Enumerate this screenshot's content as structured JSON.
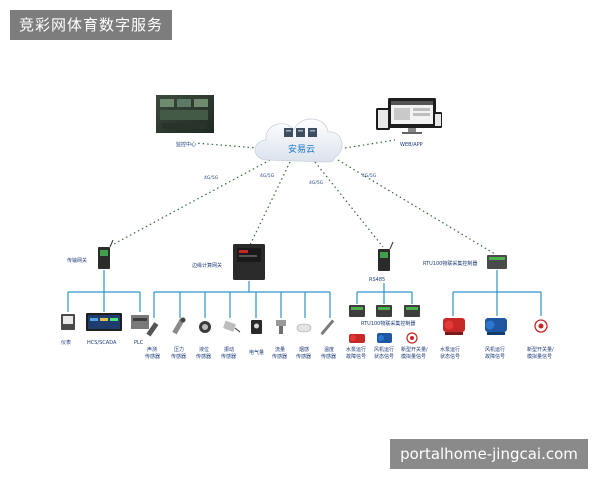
{
  "watermarks": {
    "top": "竞彩网体育数字服务",
    "bottom": "portalhome-jingcai.com"
  },
  "colors": {
    "bus_line": "#2f93c9",
    "link_line": "#2f6a3a",
    "label_text": "#1c3a78",
    "red_text": "#c4141a",
    "cloud_text": "#1b78c9"
  },
  "cloud": {
    "label": "安易云"
  },
  "monitor_center": {
    "label": "监控中心"
  },
  "web_app": {
    "label": "WEB/APP"
  },
  "links": {
    "monitor": "4G/5G",
    "gateway": "4G/5G",
    "edge": "4G/5G",
    "rs485": "4G/5G"
  },
  "gateway": {
    "label": "传输网关",
    "devices": [
      {
        "label": "仪表"
      },
      {
        "label": "HCS/SCADA"
      },
      {
        "label": "PLC"
      }
    ]
  },
  "edge_gateway": {
    "label": "边缘计算网关",
    "sensors": [
      {
        "line1": "声测",
        "line2": "传感器"
      },
      {
        "line1": "压力",
        "line2": "传感器"
      },
      {
        "line1": "液位",
        "line2": "传感器"
      },
      {
        "line1": "振动",
        "line2": "传感器"
      },
      {
        "line1": "电气量",
        "line2": ""
      },
      {
        "line1": "流量",
        "line2": "传感器"
      },
      {
        "line1": "烟感",
        "line2": "传感器"
      },
      {
        "line1": "温度",
        "line2": "传感器"
      }
    ]
  },
  "rs485_unit": {
    "label": "RS485",
    "controller_label": "RTU100物联采集控制器",
    "outputs": [
      {
        "line1": "水泵运行",
        "line2": "故障信号"
      },
      {
        "line1": "风机运行",
        "line2": "状态信号"
      },
      {
        "line1": "新型开关量/",
        "line2": "模拟量信号"
      }
    ]
  },
  "rtu_unit": {
    "label": "RTU100物联采集控制器",
    "outputs": [
      {
        "line1": "水泵运行",
        "line2": "状态信号"
      },
      {
        "line1": "风机运行",
        "line2": "故障信号"
      },
      {
        "line1": "新型开关量/",
        "line2": "模拟量信号"
      }
    ]
  }
}
